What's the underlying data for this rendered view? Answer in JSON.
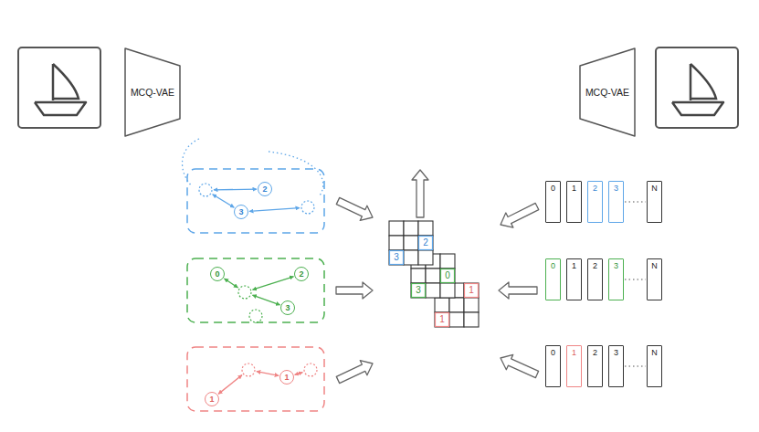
{
  "diagram": {
    "nodes": [
      {
        "text": [
          "MCQ-VAE"
        ]
      },
      {
        "text": [
          "MCQ-VAE"
        ]
      },
      {
        "text": [
          "2"
        ]
      },
      {
        "text": [
          "3"
        ]
      },
      {
        "text": [
          "0"
        ]
      },
      {
        "text": [
          "1"
        ]
      },
      {
        "text": [
          "2"
        ]
      },
      {
        "text": [
          "3"
        ]
      },
      {
        "text": [
          "N"
        ]
      },
      {
        "text": [
          "0"
        ]
      },
      {
        "text": [
          "2"
        ]
      },
      {
        "text": [
          "3"
        ]
      },
      {
        "text": [
          "0"
        ]
      },
      {
        "text": [
          "1"
        ]
      },
      {
        "text": [
          "2"
        ]
      },
      {
        "text": [
          "3"
        ]
      },
      {
        "text": [
          "N"
        ]
      },
      {
        "text": [
          "1"
        ]
      },
      {
        "text": [
          "1"
        ]
      },
      {
        "text": [
          "0"
        ]
      },
      {
        "text": [
          "1"
        ]
      },
      {
        "text": [
          "2"
        ]
      },
      {
        "text": [
          "3"
        ]
      },
      {
        "text": [
          "N"
        ]
      }
    ],
    "labels": [
      "2",
      "3",
      "0",
      "3",
      "1",
      "1"
    ]
  }
}
